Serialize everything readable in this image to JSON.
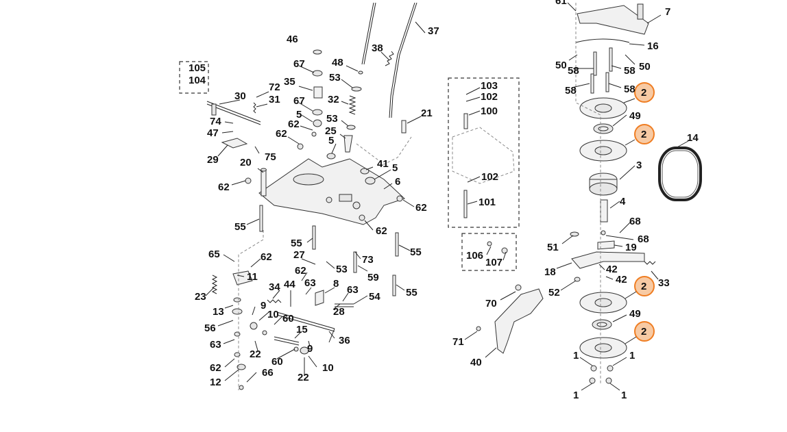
{
  "diagram": {
    "callouts": {
      "c105": "105",
      "c104": "104",
      "c30": "30",
      "c72": "72",
      "c31": "31",
      "c74": "74",
      "c47": "47",
      "c62a": "62",
      "c29": "29",
      "c75": "75",
      "c20": "20",
      "c62b": "62",
      "c55a": "55",
      "c46": "46",
      "c67a": "67",
      "c35": "35",
      "c5a": "5",
      "c62c": "62",
      "c67b": "67",
      "c5b": "5",
      "c48": "48",
      "c53a": "53",
      "c32": "32",
      "c53b": "53",
      "c25": "25",
      "c38": "38",
      "c37": "37",
      "c21": "21",
      "c41": "41",
      "c5c": "5",
      "c6": "6",
      "c62d": "62",
      "c62e": "62",
      "c55b": "55",
      "c55c": "55",
      "c65": "65",
      "c62f": "62",
      "c11": "11",
      "c23": "23",
      "c34": "34",
      "c44": "44",
      "c27": "27",
      "c62g": "62",
      "c63a": "63",
      "c8": "8",
      "c53c": "53",
      "c73": "73",
      "c59": "59",
      "c63b": "63",
      "c54": "54",
      "c55d": "55",
      "c13": "13",
      "c9a": "9",
      "c10a": "10",
      "c60a": "60",
      "c28": "28",
      "c56": "56",
      "c15": "15",
      "c36": "36",
      "c63c": "63",
      "c22a": "22",
      "c9b": "9",
      "c62h": "62",
      "c60b": "60",
      "c10b": "10",
      "c12": "12",
      "c66": "66",
      "c22b": "22",
      "c103": "103",
      "c102a": "102",
      "c100": "100",
      "c102b": "102",
      "c101": "101",
      "c106": "106",
      "c107": "107",
      "c61": "61",
      "c7": "7",
      "c16": "16",
      "c50a": "50",
      "c50b": "50",
      "c58a": "58",
      "c58b": "58",
      "c58c": "58",
      "c58d": "58",
      "c2a": "2",
      "c49a": "49",
      "c2b": "2",
      "c3": "3",
      "c14": "14",
      "c4": "4",
      "c68a": "68",
      "c68b": "68",
      "c51": "51",
      "c19": "19",
      "c18": "18",
      "c42a": "42",
      "c42b": "42",
      "c33": "33",
      "c52": "52",
      "c2c": "2",
      "c70": "70",
      "c49b": "49",
      "c2d": "2",
      "c71": "71",
      "c40": "40",
      "c1a": "1",
      "c1b": "1",
      "c1c": "1",
      "c1d": "1"
    },
    "colors": {
      "highlight_fill": "#f7caa4",
      "highlight_stroke": "#ef7d22",
      "ink": "#111111"
    }
  }
}
